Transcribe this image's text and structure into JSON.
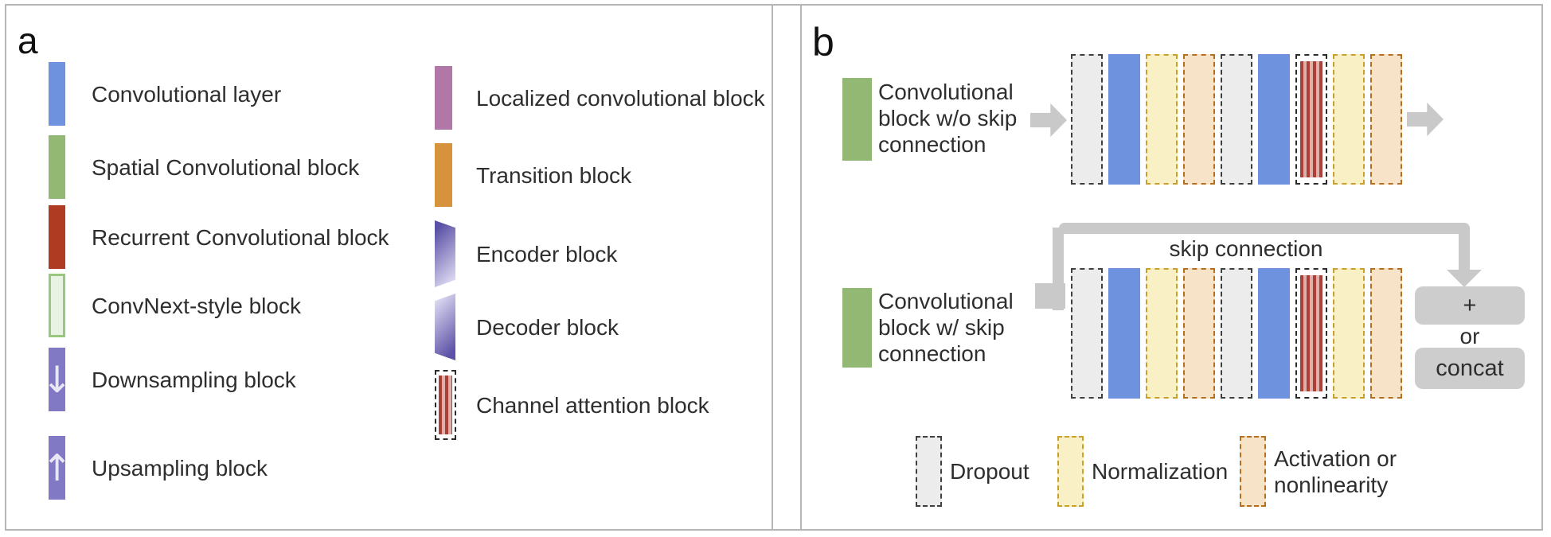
{
  "panel_a": {
    "label": "a",
    "column1": [
      {
        "type": "conv",
        "label": "Convolutional layer"
      },
      {
        "type": "spatial",
        "label": "Spatial Convolutional block"
      },
      {
        "type": "recurrent",
        "label": "Recurrent Convolutional block"
      },
      {
        "type": "convnext",
        "label": "ConvNext-style block"
      },
      {
        "type": "down",
        "label": "Downsampling block",
        "arrow": "↓"
      },
      {
        "type": "up",
        "label": "Upsampling block",
        "arrow": "↑"
      }
    ],
    "column2": [
      {
        "type": "localized",
        "label": "Localized convolutional block"
      },
      {
        "type": "transition",
        "label": "Transition block"
      },
      {
        "type": "encoder",
        "label": "Encoder block"
      },
      {
        "type": "decoder",
        "label": "Decoder block"
      },
      {
        "type": "attention",
        "label": "Channel attention block"
      }
    ]
  },
  "panel_b": {
    "label": "b",
    "row1": {
      "label_lines": [
        "Convolutional",
        "block w/o skip",
        "connection"
      ],
      "sequence": [
        "dropout",
        "conv",
        "norm",
        "activation",
        "dropout",
        "conv",
        "attention",
        "norm",
        "activation"
      ]
    },
    "row2": {
      "label_lines": [
        "Convolutional",
        "block w/ skip",
        "connection"
      ],
      "sequence": [
        "dropout",
        "conv",
        "norm",
        "activation",
        "dropout",
        "conv",
        "attention",
        "norm",
        "activation"
      ],
      "skip_label": "skip connection",
      "merge": {
        "plus": "+",
        "or": "or",
        "concat": "concat"
      }
    },
    "legend": [
      {
        "type": "dropout",
        "label_lines": [
          "Dropout"
        ]
      },
      {
        "type": "norm",
        "label_lines": [
          "Normalization"
        ]
      },
      {
        "type": "activation",
        "label_lines": [
          "Activation or",
          "nonlinearity"
        ]
      }
    ]
  },
  "colors": {
    "conv": "#6e92dd",
    "spatial": "#92b873",
    "recurrent": "#b03b23",
    "convnext_fill": "#e9f3e4",
    "convnext_border": "#98c77e",
    "sampling": "#8179c4",
    "localized": "#b177a6",
    "transition": "#d7923c",
    "enc_dark": "#5b51a6",
    "enc_light": "#dedbf2",
    "stripe_a": "#aa4037",
    "stripe_b": "#ddb0a9",
    "dropout_fill": "#ececec",
    "dropout_border": "#3f3f3f",
    "norm_fill": "#faf0c6",
    "norm_border": "#c9a02b",
    "act_fill": "#f6e3c8",
    "act_border": "#b4701f",
    "arrow": "#c9c9c9",
    "merge": "#cdcdcd"
  }
}
